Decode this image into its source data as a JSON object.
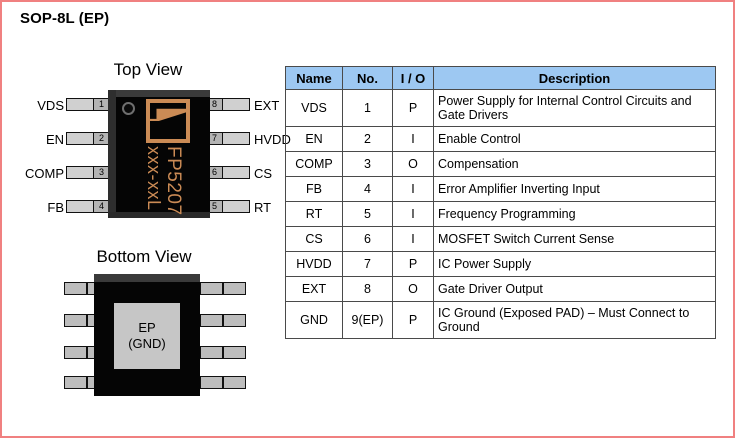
{
  "package": {
    "title": "SOP-8L (EP)",
    "accent_orange": "#CB8B55",
    "body_black": "#050505",
    "pin_gray": "#BDBDBD",
    "border_color": "#F08080",
    "header_blue": "#9DC8F2"
  },
  "top_view": {
    "caption": "Top View",
    "marking_line1": "FP5207",
    "marking_line2": "xxx-xxL",
    "logo_name": "company-logo-mark",
    "pins_left": [
      {
        "label": "VDS",
        "number": "1"
      },
      {
        "label": "EN",
        "number": "2"
      },
      {
        "label": "COMP",
        "number": "3"
      },
      {
        "label": "FB",
        "number": "4"
      }
    ],
    "pins_right": [
      {
        "label": "EXT",
        "number": "8"
      },
      {
        "label": "HVDD",
        "number": "7"
      },
      {
        "label": "CS",
        "number": "6"
      },
      {
        "label": "RT",
        "number": "5"
      }
    ]
  },
  "bottom_view": {
    "caption": "Bottom View",
    "pad_line1": "EP",
    "pad_line2": "(GND)"
  },
  "pin_table": {
    "headers": [
      "Name",
      "No.",
      "I / O",
      "Description"
    ],
    "rows": [
      {
        "name": "VDS",
        "no": "1",
        "io": "P",
        "desc": "Power Supply for Internal Control Circuits and Gate Drivers",
        "tall": true
      },
      {
        "name": "EN",
        "no": "2",
        "io": "I",
        "desc": "Enable Control",
        "tall": false
      },
      {
        "name": "COMP",
        "no": "3",
        "io": "O",
        "desc": "Compensation",
        "tall": false
      },
      {
        "name": "FB",
        "no": "4",
        "io": "I",
        "desc": "Error Amplifier Inverting Input",
        "tall": false
      },
      {
        "name": "RT",
        "no": "5",
        "io": "I",
        "desc": "Frequency Programming",
        "tall": false
      },
      {
        "name": "CS",
        "no": "6",
        "io": "I",
        "desc": "MOSFET Switch Current Sense",
        "tall": false
      },
      {
        "name": "HVDD",
        "no": "7",
        "io": "P",
        "desc": "IC Power Supply",
        "tall": false
      },
      {
        "name": "EXT",
        "no": "8",
        "io": "O",
        "desc": "Gate Driver Output",
        "tall": false
      },
      {
        "name": "GND",
        "no": "9(EP)",
        "io": "P",
        "desc": "IC Ground (Exposed PAD) – Must Connect to Ground",
        "tall": true
      }
    ]
  }
}
